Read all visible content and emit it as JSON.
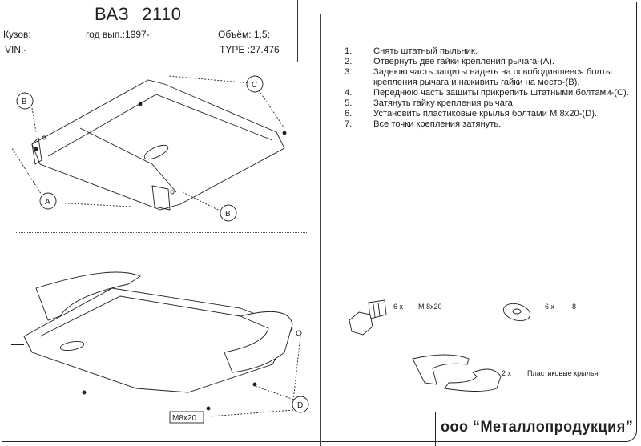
{
  "header": {
    "model": "ВАЗ",
    "model_number": "2110",
    "body_label": "Кузов:",
    "year_label": "год вып.:1997-;",
    "volume_label": "Объём: 1,5;",
    "vin_label": "VIN:-",
    "type_label": "TYPE :27.476"
  },
  "instructions": [
    {
      "num": "1.",
      "text": "Снять штатный пыльник."
    },
    {
      "num": "2.",
      "text": "Отвернуть две гайки крепления рычага-(A)."
    },
    {
      "num": "3.",
      "text": "Заднюю часть защиты надеть на освободившееся болты крепления рычага и наживить гайки на место-(B)."
    },
    {
      "num": "4.",
      "text": "Переднюю часть защиты прикрепить штатными болтами-(C)."
    },
    {
      "num": "5.",
      "text": "Затянуть гайку крепления рычага."
    },
    {
      "num": "6.",
      "text": "Установить пластиковые крылья болтами M 8x20-(D)."
    },
    {
      "num": "7.",
      "text": "Все точки крепления затянуть."
    }
  ],
  "callouts": {
    "a": "A",
    "b1": "B",
    "b2": "B",
    "c": "C",
    "d": "D",
    "bolt_size": "M8x20"
  },
  "parts": {
    "bolt_qty": "6 x",
    "bolt_size": "M 8x20",
    "washer_qty": "6 x",
    "washer_size": "8",
    "wings_qty": "2 x",
    "wings_name": "Пластиковые крылья"
  },
  "footer": {
    "company": "ооо “Металлопродукция”"
  }
}
